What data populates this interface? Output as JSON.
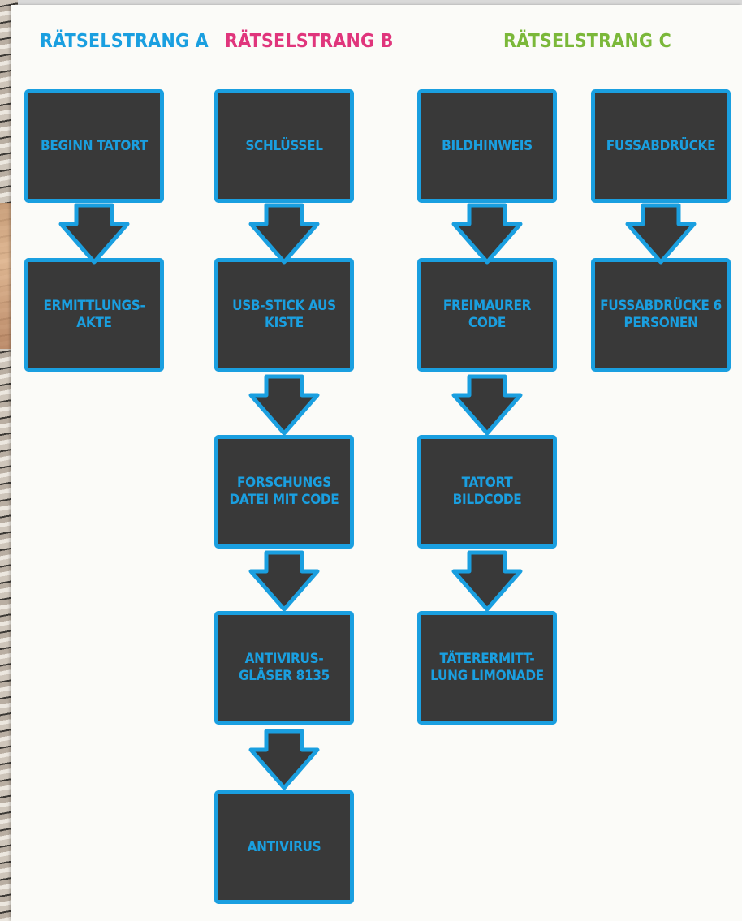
{
  "strands": [
    {
      "title": "RÄTSELSTRANG A",
      "color": "#1a9fe0",
      "steps": [
        "BEGINN TATORT",
        "ERMITTLUNGS-AKTE"
      ]
    },
    {
      "title": "RÄTSELSTRANG B",
      "color": "#e0357c",
      "steps": [
        "SCHLÜSSEL",
        "USB-STICK AUS KISTE",
        "FORSCHUNGS DATEI MIT CODE",
        "ANTIVIRUS-GLÄSER 8135",
        "ANTIVIRUS"
      ]
    },
    {
      "title": "RÄTSELSTRANG C",
      "color": "#7bb83a",
      "steps": [
        "BILDHINWEIS",
        "FREIMAURER CODE",
        "TATORT BILDCODE",
        "TÄTERERMITT-LUNG LIMONADE"
      ]
    },
    {
      "title": "",
      "color": "#1a9fe0",
      "steps": [
        "FUßABDRÜCKE",
        "FUßABDRÜCKE 6 PERSONEN"
      ]
    }
  ],
  "colors": {
    "box_fill": "#393939",
    "box_border": "#1a9fe0",
    "arrow_fill": "#393939",
    "arrow_outline": "#1a9fe0"
  }
}
